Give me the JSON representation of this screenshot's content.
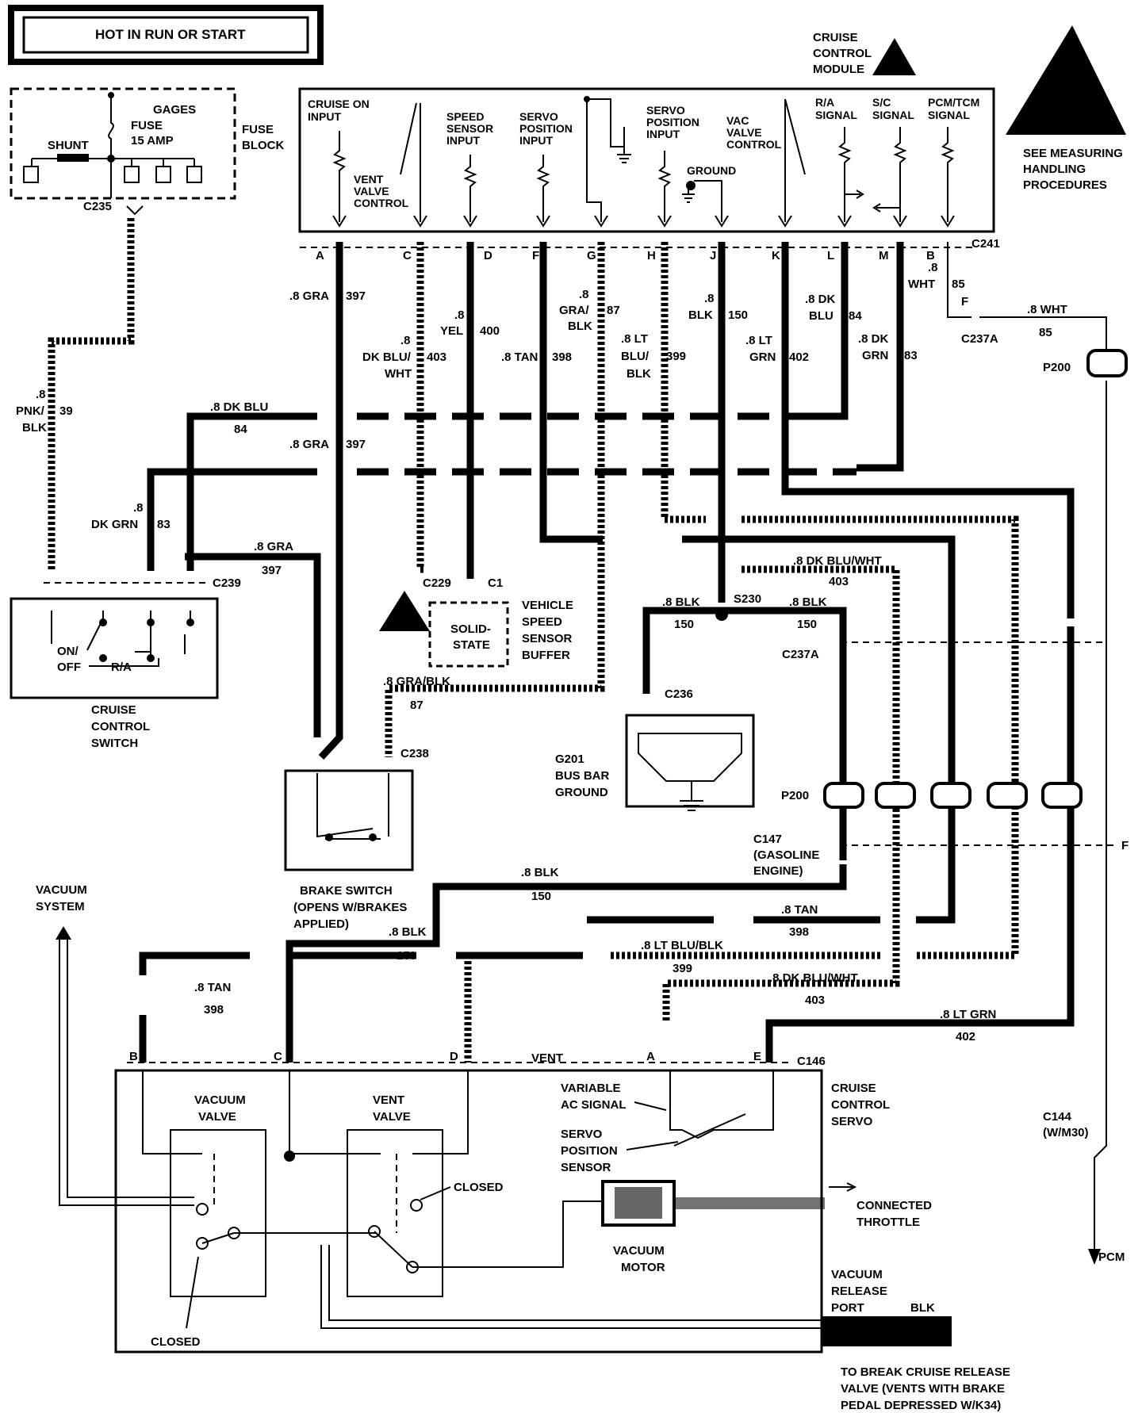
{
  "header": {
    "title": "HOT IN RUN OR START"
  },
  "fuse_block": {
    "gages": "GAGES",
    "fuse": "FUSE",
    "amp": "15 AMP",
    "shunt": "SHUNT",
    "label1": "FUSE",
    "label2": "BLOCK",
    "conn": "C235"
  },
  "module": {
    "title1": "CRUISE",
    "title2": "CONTROL",
    "title3": "MODULE",
    "cruise_on1": "CRUISE ON",
    "cruise_on2": "INPUT",
    "vent1": "VENT",
    "vent2": "VALVE",
    "vent3": "CONTROL",
    "speed1": "SPEED",
    "speed2": "SENSOR",
    "speed3": "INPUT",
    "servo1": "SERVO",
    "servo2": "POSITION",
    "servo3": "INPUT",
    "servopos1": "SERVO",
    "servopos2": "POSITION",
    "servopos3": "INPUT",
    "vac1": "VAC",
    "vac2": "VALVE",
    "vac3": "CONTROL",
    "ground": "GROUND",
    "ra1": "R/A",
    "ra2": "SIGNAL",
    "sc1": "S/C",
    "sc2": "SIGNAL",
    "pcm1": "PCM/TCM",
    "pcm2": "SIGNAL",
    "conn": "C241",
    "pins": [
      "A",
      "C",
      "D",
      "F",
      "G",
      "H",
      "J",
      "K",
      "L",
      "M",
      "B"
    ]
  },
  "esd": {
    "line1": "SEE MEASURING",
    "line2": "HANDLING",
    "line3": "PROCEDURES"
  },
  "wires": {
    "w397a": ".8 GRA",
    "c397": "397",
    "w403a": ".8",
    "w403b": "DK BLU/",
    "w403c": "WHT",
    "c403": "403",
    "w400a": ".8",
    "w400b": "YEL",
    "c400": "400",
    "w398a": ".8 TAN",
    "c398": "398",
    "w87a": ".8",
    "w87b": "GRA/",
    "w87c": "BLK",
    "c87": "87",
    "w399a": ".8 LT",
    "w399b": "BLU/",
    "w399c": "BLK",
    "c399": "399",
    "w150a": ".8",
    "w150b": "BLK",
    "c150": "150",
    "w402a": ".8 LT",
    "w402b": "GRN",
    "c402": "402",
    "w84a": ".8 DK",
    "w84b": "BLU",
    "c84": "84",
    "w83a": ".8 DK",
    "w83b": "GRN",
    "c83": "83",
    "w85a": ".8",
    "w85b": "WHT",
    "c85": "85",
    "pnk1": ".8",
    "pnk2": "PNK/",
    "pnk3": "BLK",
    "c39": "39",
    "dkblu84": ".8 DK BLU",
    "n84": "84",
    "gra397b": ".8 GRA",
    "n397b": "397",
    "dkgrn1": ".8",
    "dkgrn2": "DK GRN",
    "n83": "83",
    "gra397c": ".8 GRA",
    "n397c": "397",
    "grablk": ".8 GRA/BLK",
    "n87": "87",
    "blk150a": ".8 BLK",
    "n150a": "150",
    "blk150b": ".8 BLK",
    "n150b": "150",
    "dkbluwht": ".8 DK BLU/WHT",
    "n403": "403",
    "wht85": ".8 WHT",
    "n85": "85",
    "blk150c": ".8 BLK",
    "n150c": "150",
    "blk150d": ".8 BLK",
    "n150d": "150",
    "tan398b": ".8 TAN",
    "n398b": "398",
    "ltbluBlk": ".8 LT BLU/BLK",
    "n399b": "399",
    "tan398c": ".8 TAN",
    "n398c": "398",
    "dkbluwht2": ".8 DK BLU/WHT",
    "n403b": "403",
    "ltgrn": ".8 LT GRN",
    "n402b": "402",
    "pcm": "PCM"
  },
  "connectors": {
    "c239": "C239",
    "c229": "C229",
    "c1": "C1",
    "s230": "S230",
    "c237a": "C237A",
    "c237a2": "C237A",
    "f": "F",
    "p200": "P200",
    "p200b": "P200",
    "c236": "C236",
    "c238": "C238",
    "c147a": "C147",
    "c147b": "(GASOLINE",
    "c147c": "ENGINE)",
    "c146": "C146",
    "c144a": "C144",
    "c144b": "(W/M30)",
    "pinA": "A",
    "pinB": "B",
    "pinC": "C",
    "pinD": "D",
    "pinE": "E",
    "pinF": "F"
  },
  "switch": {
    "onoff1": "ON/",
    "onoff2": "OFF",
    "ra": "R/A",
    "name1": "CRUISE",
    "name2": "CONTROL",
    "name3": "SWITCH"
  },
  "buffer": {
    "solid1": "SOLID-",
    "solid2": "STATE",
    "name1": "VEHICLE",
    "name2": "SPEED",
    "name3": "SENSOR",
    "name4": "BUFFER"
  },
  "ground": {
    "g1": "G201",
    "g2": "BUS BAR",
    "g3": "GROUND"
  },
  "brake": {
    "b1": "BRAKE SWITCH",
    "b2": "(OPENS W/BRAKES",
    "b3": "APPLIED)"
  },
  "vacuum": {
    "v1": "VACUUM",
    "v2": "SYSTEM"
  },
  "servo": {
    "vac1": "VACUUM",
    "vac2": "VALVE",
    "vent1": "VENT",
    "vent2": "VALVE",
    "ventlbl": "VENT",
    "var1": "VARIABLE",
    "var2": "AC SIGNAL",
    "sps1": "SERVO",
    "sps2": "POSITION",
    "sps3": "SENSOR",
    "closed1": "CLOSED",
    "closed2": "CLOSED",
    "motor1": "VACUUM",
    "motor2": "MOTOR",
    "conn1": "CONNECTED",
    "conn2": "THROTTLE",
    "name1": "CRUISE",
    "name2": "CONTROL",
    "name3": "SERVO",
    "rel1": "VACUUM",
    "rel2": "RELEASE",
    "rel3": "PORT",
    "blk": "BLK",
    "note1": "TO BREAK CRUISE RELEASE",
    "note2": "VALVE (VENTS WITH BRAKE",
    "note3": "PEDAL DEPRESSED W/K34)"
  }
}
